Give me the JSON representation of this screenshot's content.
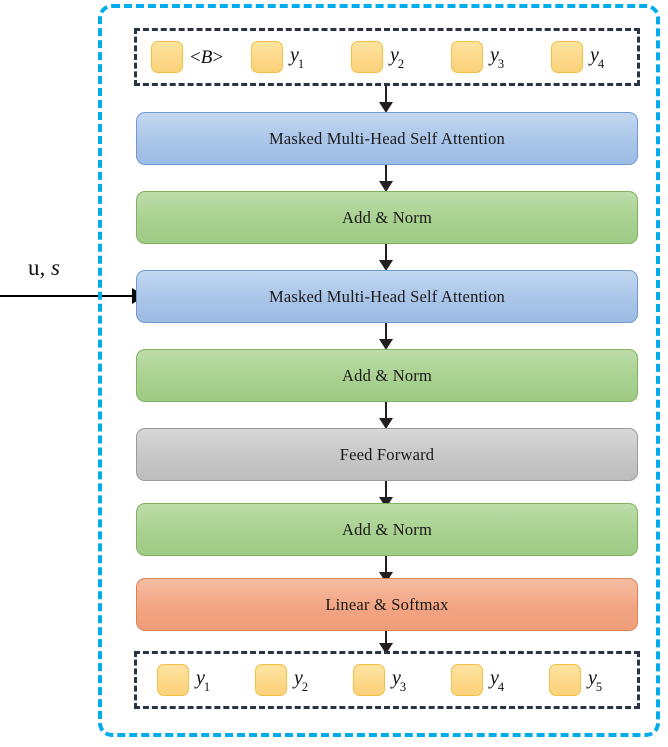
{
  "diagram": {
    "title": "Transformer Decoder Block",
    "boundary_name": "decoder",
    "colors": {
      "boundary": "#00ACEC",
      "attention": "#A9C5E8",
      "add_norm": "#A8D18F",
      "feed_forward": "#C6C6C6",
      "linear_softmax": "#F2A583",
      "token": "#FCD888",
      "token_border": "#F2BF44",
      "dashed_strip": "#2B3442",
      "arrow": "#231F20"
    }
  },
  "encoder_input": {
    "label_plain": "u,",
    "label_italic": "s",
    "name": "encoder-memory-input"
  },
  "input_tokens": {
    "name": "decoder-input-sequence",
    "items": [
      {
        "box": "token-box",
        "label": "<B>",
        "label_kind": "bos"
      },
      {
        "box": "token-box",
        "label": "y",
        "sub": "1",
        "label_kind": "var"
      },
      {
        "box": "token-box",
        "label": "y",
        "sub": "2",
        "label_kind": "var"
      },
      {
        "box": "token-box",
        "label": "y",
        "sub": "3",
        "label_kind": "var"
      },
      {
        "box": "token-box",
        "label": "y",
        "sub": "4",
        "label_kind": "var"
      }
    ]
  },
  "output_tokens": {
    "name": "decoder-output-sequence",
    "items": [
      {
        "box": "token-box",
        "label": "y",
        "sub": "1",
        "label_kind": "var"
      },
      {
        "box": "token-box",
        "label": "y",
        "sub": "2",
        "label_kind": "var"
      },
      {
        "box": "token-box",
        "label": "y",
        "sub": "3",
        "label_kind": "var"
      },
      {
        "box": "token-box",
        "label": "y",
        "sub": "4",
        "label_kind": "var"
      },
      {
        "box": "token-box",
        "label": "y",
        "sub": "5",
        "label_kind": "var"
      }
    ]
  },
  "stages": [
    {
      "id": "masked-multi-head-self-attention-1",
      "label": "Masked Multi-Head Self Attention",
      "kind": "attn"
    },
    {
      "id": "add-norm-1",
      "label": "Add & Norm",
      "kind": "norm"
    },
    {
      "id": "masked-multi-head-self-attention-2",
      "label": "Masked Multi-Head Self Attention",
      "kind": "attn"
    },
    {
      "id": "add-norm-2",
      "label": "Add & Norm",
      "kind": "norm"
    },
    {
      "id": "feed-forward",
      "label": "Feed Forward",
      "kind": "ff"
    },
    {
      "id": "add-norm-3",
      "label": "Add & Norm",
      "kind": "norm"
    },
    {
      "id": "linear-softmax",
      "label": "Linear & Softmax",
      "kind": "softmax"
    }
  ]
}
